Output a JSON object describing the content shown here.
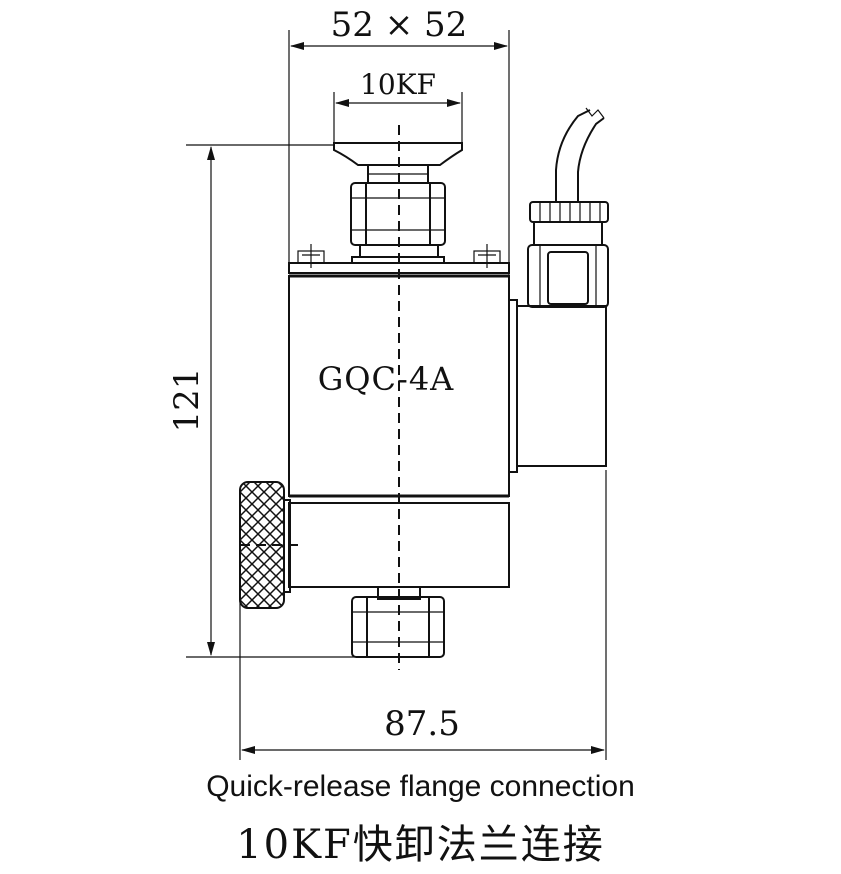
{
  "dimensions": {
    "top_width": "52 × 52",
    "flange": "10KF",
    "height": "121",
    "total_width": "87.5"
  },
  "body": {
    "model_label": "GQC-4A"
  },
  "caption": {
    "english": "Quick-release flange connection",
    "chinese": "10KF快卸法兰连接"
  }
}
